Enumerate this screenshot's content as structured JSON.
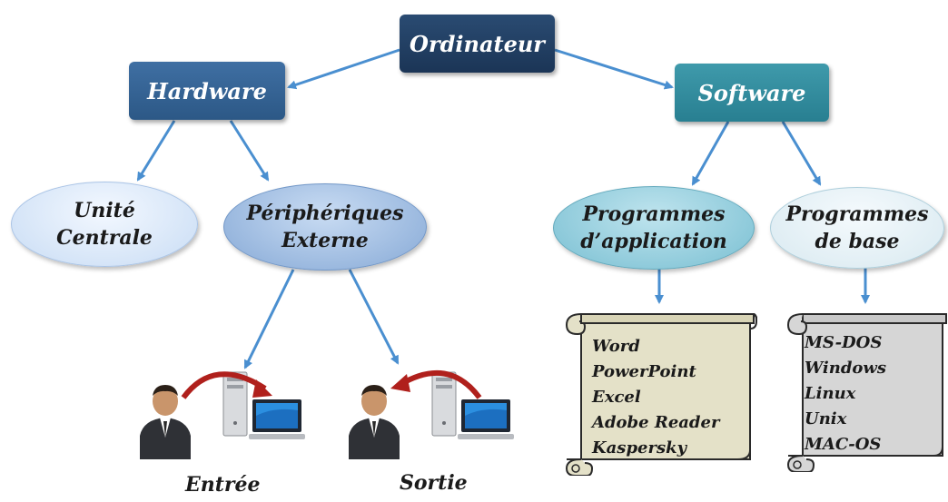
{
  "root": {
    "label": "Ordinateur"
  },
  "hardware": {
    "label": "Hardware",
    "unite_centrale": [
      "Unité",
      "Centrale"
    ],
    "peripheriques": [
      "Périphériques",
      "Externe"
    ],
    "entree": "Entrée",
    "sortie": "Sortie"
  },
  "software": {
    "label": "Software",
    "programmes_application": [
      "Programmes",
      "d’application"
    ],
    "programmes_base": [
      "Programmes",
      "de base"
    ],
    "application_list": [
      "Word",
      "PowerPoint",
      "Excel",
      "Adobe Reader",
      "Kaspersky"
    ],
    "base_list": [
      "MS-DOS",
      "Windows",
      "Linux",
      "Unix",
      "MAC-OS"
    ]
  },
  "colors": {
    "box_dark": "#1b3556",
    "box_blue": "#2c5886",
    "box_teal": "#287f91",
    "arrow": "#4a8fd0",
    "swoop": "#b0201c",
    "scroll_app": "#e4e1c8",
    "scroll_base": "#d6d6d6"
  }
}
